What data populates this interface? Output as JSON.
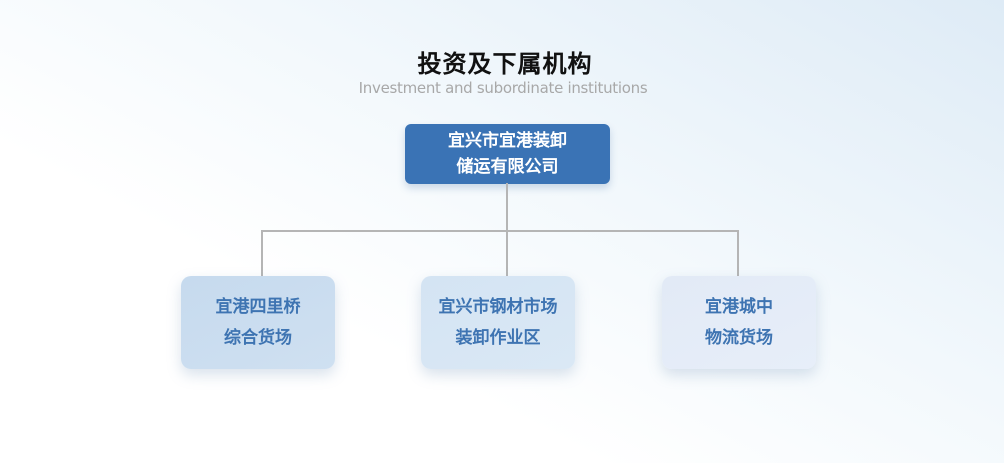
{
  "header": {
    "title": "投资及下属机构",
    "subtitle": "Investment and subordinate institutions"
  },
  "org_chart": {
    "root": {
      "line1": "宜兴市宜港装卸",
      "line2": "储运有限公司"
    },
    "children": [
      {
        "line1": "宜港四里桥",
        "line2": "综合货场"
      },
      {
        "line1": "宜兴市钢材市场",
        "line2": "装卸作业区"
      },
      {
        "line1": "宜港城中",
        "line2": "物流货场"
      }
    ]
  },
  "theme": {
    "bg_top": "#DEEBF6",
    "title_color": "#111111",
    "subtitle_color": "#A8A8A8",
    "root_box_bg": "#3A73B5",
    "root_box_text": "#FFFFFF",
    "child_box_bg_1": "#C6DAEE",
    "child_box_bg_2": "#D4E4F3",
    "child_box_bg_3": "#E2EAF6",
    "child_box_text": "#3E74B2",
    "connector_color": "#B5B5B5"
  }
}
